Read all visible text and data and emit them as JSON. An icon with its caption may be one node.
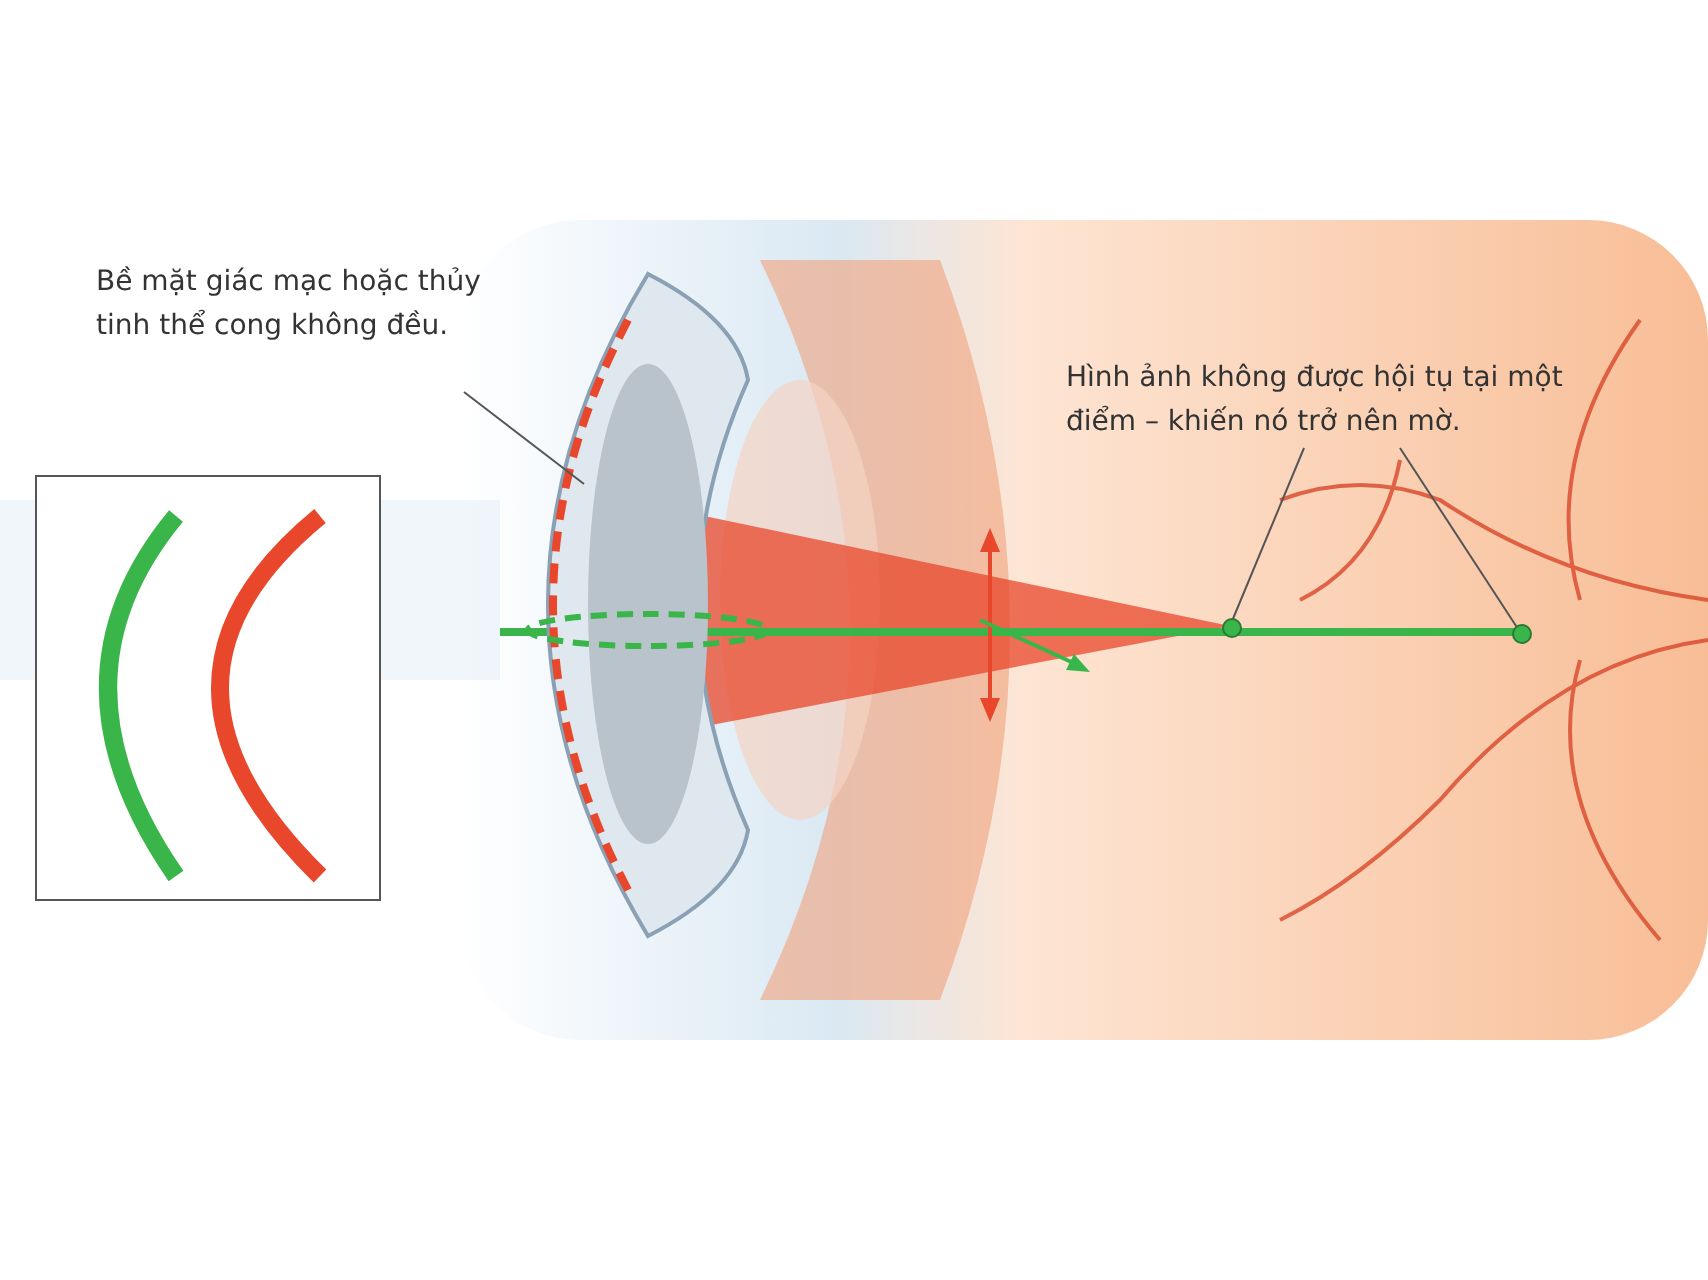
{
  "diagram": {
    "nodes": [
      {
        "text": [
          "Bề mặt giác mạc hoặc thủy tinh thể cong không đều."
        ]
      },
      {
        "text": [],
        "shape": "picture"
      },
      {
        "text": [
          "Hình ảnh không được hội tụ tại một điểm – khiến nó trở nên mờ."
        ]
      },
      {
        "text": [],
        "shape": "circle"
      },
      {
        "text": [],
        "shape": "circle"
      }
    ],
    "edges": [
      {
        "from": 0,
        "to": 1,
        "arrow": "none"
      },
      {
        "from": 2,
        "to": 3,
        "arrow": "none"
      },
      {
        "from": 2,
        "to": 4,
        "arrow": "none"
      }
    ]
  }
}
